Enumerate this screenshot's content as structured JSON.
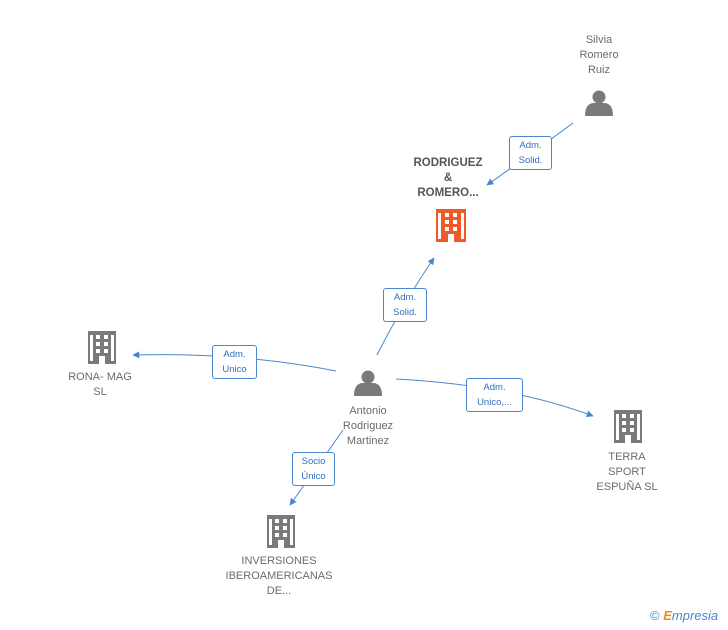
{
  "nodes": {
    "silvia": {
      "label": "Silvia\nRomero\nRuiz",
      "type": "person"
    },
    "rodriguez_romero": {
      "label": "RODRIGUEZ\n&\nROMERO...",
      "type": "company-main"
    },
    "rona_mag": {
      "label": "RONA- MAG\nSL",
      "type": "company"
    },
    "antonio": {
      "label": "Antonio\nRodriguez\nMartinez",
      "type": "person"
    },
    "terra_sport": {
      "label": "TERRA\nSPORT\nESPUÑA  SL",
      "type": "company"
    },
    "inversiones": {
      "label": "INVERSIONES\nIBEROAMERICANAS\nDE...",
      "type": "company"
    }
  },
  "edges": {
    "silvia_to_rr": "Adm.\nSolid.",
    "antonio_to_rr": "Adm.\nSolid.",
    "antonio_to_rona": "Adm.\nUnico",
    "antonio_to_terra": "Adm.\nUnico,...",
    "antonio_to_inv": "Socio\nÚnico"
  },
  "brand": {
    "symbol": "©",
    "initial": "E",
    "rest": "mpresia"
  },
  "colors": {
    "edge": "#4a86cf",
    "main_company": "#f05a28",
    "company": "#7a7a7a",
    "person": "#7a7a7a"
  }
}
